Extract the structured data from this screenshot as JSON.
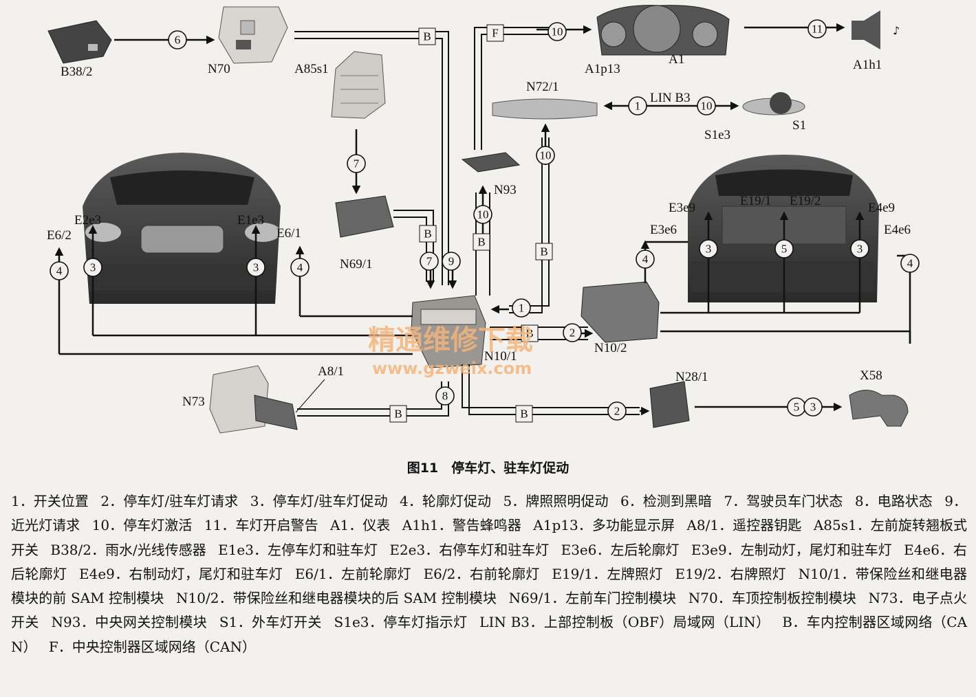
{
  "labels": {
    "b38_2": "B38/2",
    "n70": "N70",
    "a85s1": "A85s1",
    "a1p13": "A1p13",
    "a1": "A1",
    "a1h1": "A1h1",
    "n72_1": "N72/1",
    "lin_b3": "LIN B3",
    "s1e3": "S1e3",
    "s1": "S1",
    "n93": "N93",
    "n69_1": "N69/1",
    "e2e3": "E2e3",
    "e1e3": "E1e3",
    "e6_2": "E6/2",
    "e6_1": "E6/1",
    "e3e9": "E3e9",
    "e19_1": "E19/1",
    "e19_2": "E19/2",
    "e4e9": "E4e9",
    "e3e6": "E3e6",
    "e4e6": "E4e6",
    "n10_1": "N10/1",
    "n10_2": "N10/2",
    "n73": "N73",
    "a8_1": "A8/1",
    "n28_1": "N28/1",
    "x58": "X58"
  },
  "bus_tags": {
    "b": "B",
    "f": "F"
  },
  "signal_numbers": {
    "n1": "1",
    "n2": "2",
    "n3": "3",
    "n4": "4",
    "n5": "5",
    "n6": "6",
    "n7": "7",
    "n8": "8",
    "n9": "9",
    "n10": "10",
    "n11": "11"
  },
  "watermark": {
    "cn": "精通维修下载",
    "url": "www.gzweix.com"
  },
  "caption": "图11　停车灯、驻车灯促动",
  "legend": [
    "1．开关位置",
    "2．停车灯/驻车灯请求",
    "3．停车灯/驻车灯促动",
    "4．轮廓灯促动",
    "5．牌照照明促动",
    "6．检测到黑暗",
    "7．驾驶员车门状态",
    "8．电路状态",
    "9．近光灯请求",
    "10．停车灯激活",
    "11．车灯开启警告",
    "A1．仪表",
    "A1h1．警告蜂鸣器",
    "A1p13．多功能显示屏",
    "A8/1．遥控器钥匙",
    "A85s1．左前旋转翘板式开关",
    "B38/2．雨水/光线传感器",
    "E1e3．左停车灯和驻车灯",
    "E2e3．右停车灯和驻车灯",
    "E3e6．左后轮廓灯",
    "E3e9．左制动灯，尾灯和驻车灯",
    "E4e6．右后轮廓灯",
    "E4e9．右制动灯，尾灯和驻车灯",
    "E6/1．左前轮廓灯",
    "E6/2．右前轮廓灯",
    "E19/1．左牌照灯",
    "E19/2．右牌照灯",
    "N10/1．带保险丝和继电器模块的前 SAM 控制模块",
    "N10/2．带保险丝和继电器模块的后 SAM 控制模块",
    "N69/1．左前车门控制模块",
    "N70．车顶控制板控制模块",
    "N73．电子点火开关",
    "N93．中央网关控制模块",
    "S1．外车灯开关",
    "S1e3．停车灯指示灯",
    "LIN B3．上部控制板（OBF）局域网（LIN）",
    "B．车内控制器区域网络（CAN）",
    "F．中央控制器区域网络（CAN）"
  ]
}
